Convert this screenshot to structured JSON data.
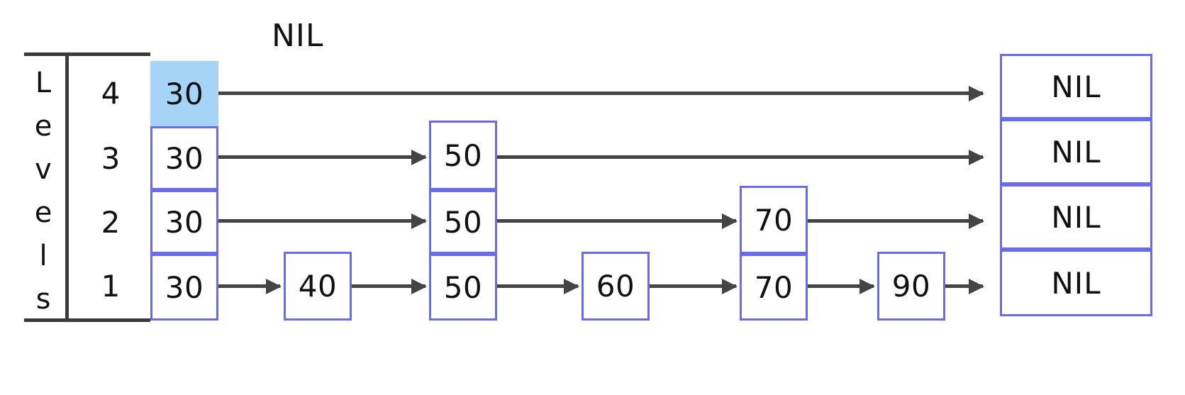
{
  "diagram": {
    "title_caption": "NIL",
    "levels_label": "Levels",
    "levels_letters": [
      "L",
      "e",
      "v",
      "e",
      "l",
      "s"
    ],
    "level_numbers": [
      "4",
      "3",
      "2",
      "1"
    ],
    "colors": {
      "node_border": "#6b6bf0",
      "highlight_fill": "#a6d4f7",
      "arrow": "#444444",
      "rule": "#3a3a3a",
      "text": "#111111",
      "background": "#ffffff"
    },
    "rows": [
      {
        "level": "4",
        "nodes": [
          {
            "value": "30",
            "highlighted": true
          },
          {
            "value": "NIL",
            "highlighted": false
          }
        ]
      },
      {
        "level": "3",
        "nodes": [
          {
            "value": "30",
            "highlighted": false
          },
          {
            "value": "50",
            "highlighted": false
          },
          {
            "value": "NIL",
            "highlighted": false
          }
        ]
      },
      {
        "level": "2",
        "nodes": [
          {
            "value": "30",
            "highlighted": false
          },
          {
            "value": "50",
            "highlighted": false
          },
          {
            "value": "70",
            "highlighted": false
          },
          {
            "value": "NIL",
            "highlighted": false
          }
        ]
      },
      {
        "level": "1",
        "nodes": [
          {
            "value": "30",
            "highlighted": false
          },
          {
            "value": "40",
            "highlighted": false
          },
          {
            "value": "50",
            "highlighted": false
          },
          {
            "value": "60",
            "highlighted": false
          },
          {
            "value": "70",
            "highlighted": false
          },
          {
            "value": "90",
            "highlighted": false
          },
          {
            "value": "NIL",
            "highlighted": false
          }
        ]
      }
    ],
    "cells": {
      "l4_30": "30",
      "l4_nil": "NIL",
      "l3_30": "30",
      "l3_50": "50",
      "l3_nil": "NIL",
      "l2_30": "30",
      "l2_50": "50",
      "l2_70": "70",
      "l2_nil": "NIL",
      "l1_30": "30",
      "l1_40": "40",
      "l1_50": "50",
      "l1_60": "60",
      "l1_70": "70",
      "l1_90": "90",
      "l1_nil": "NIL"
    }
  }
}
